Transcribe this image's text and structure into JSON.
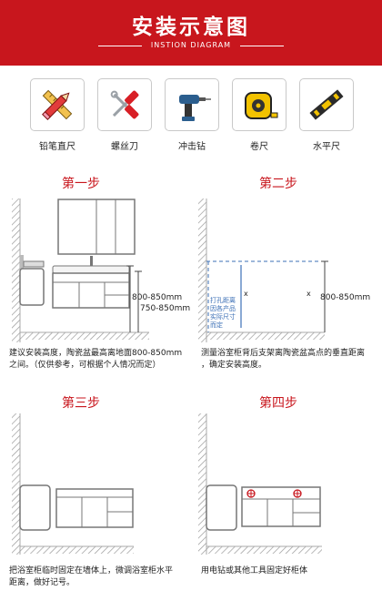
{
  "header": {
    "title": "安装示意图",
    "subtitle": "INSTION DIAGRAM"
  },
  "tools": [
    {
      "label": "铅笔直尺",
      "icon": "pencil-ruler-icon"
    },
    {
      "label": "螺丝刀",
      "icon": "screwdriver-icon"
    },
    {
      "label": "冲击钻",
      "icon": "impact-drill-icon"
    },
    {
      "label": "卷尺",
      "icon": "tape-measure-icon"
    },
    {
      "label": "水平尺",
      "icon": "spirit-level-icon"
    }
  ],
  "steps": [
    {
      "title": "第一步",
      "dim1": "800-850mm",
      "dim2": "750-850mm",
      "caption_line1": "建议安装高度，陶瓷盆最高离地面800-850mm",
      "caption_line2": "之间。（仅供参考，可根据个人情况而定）"
    },
    {
      "title": "第二步",
      "dim1": "800-850mm",
      "note": [
        "打孔距离",
        "因各产品",
        "实际尺寸",
        "而定"
      ],
      "mark": "x",
      "caption_line1": "测量浴室柜背后支架离陶瓷盆高点的垂直距离",
      "caption_line2": "，确定安装高度。"
    },
    {
      "title": "第三步",
      "caption_line1": "把浴室柜临时固定在墙体上，微调浴室柜水平",
      "caption_line2": "距离，做好记号。"
    },
    {
      "title": "第四步",
      "caption_line1": "用电钻或其他工具固定好柜体"
    }
  ],
  "colors": {
    "brand_red": "#c8161d"
  }
}
